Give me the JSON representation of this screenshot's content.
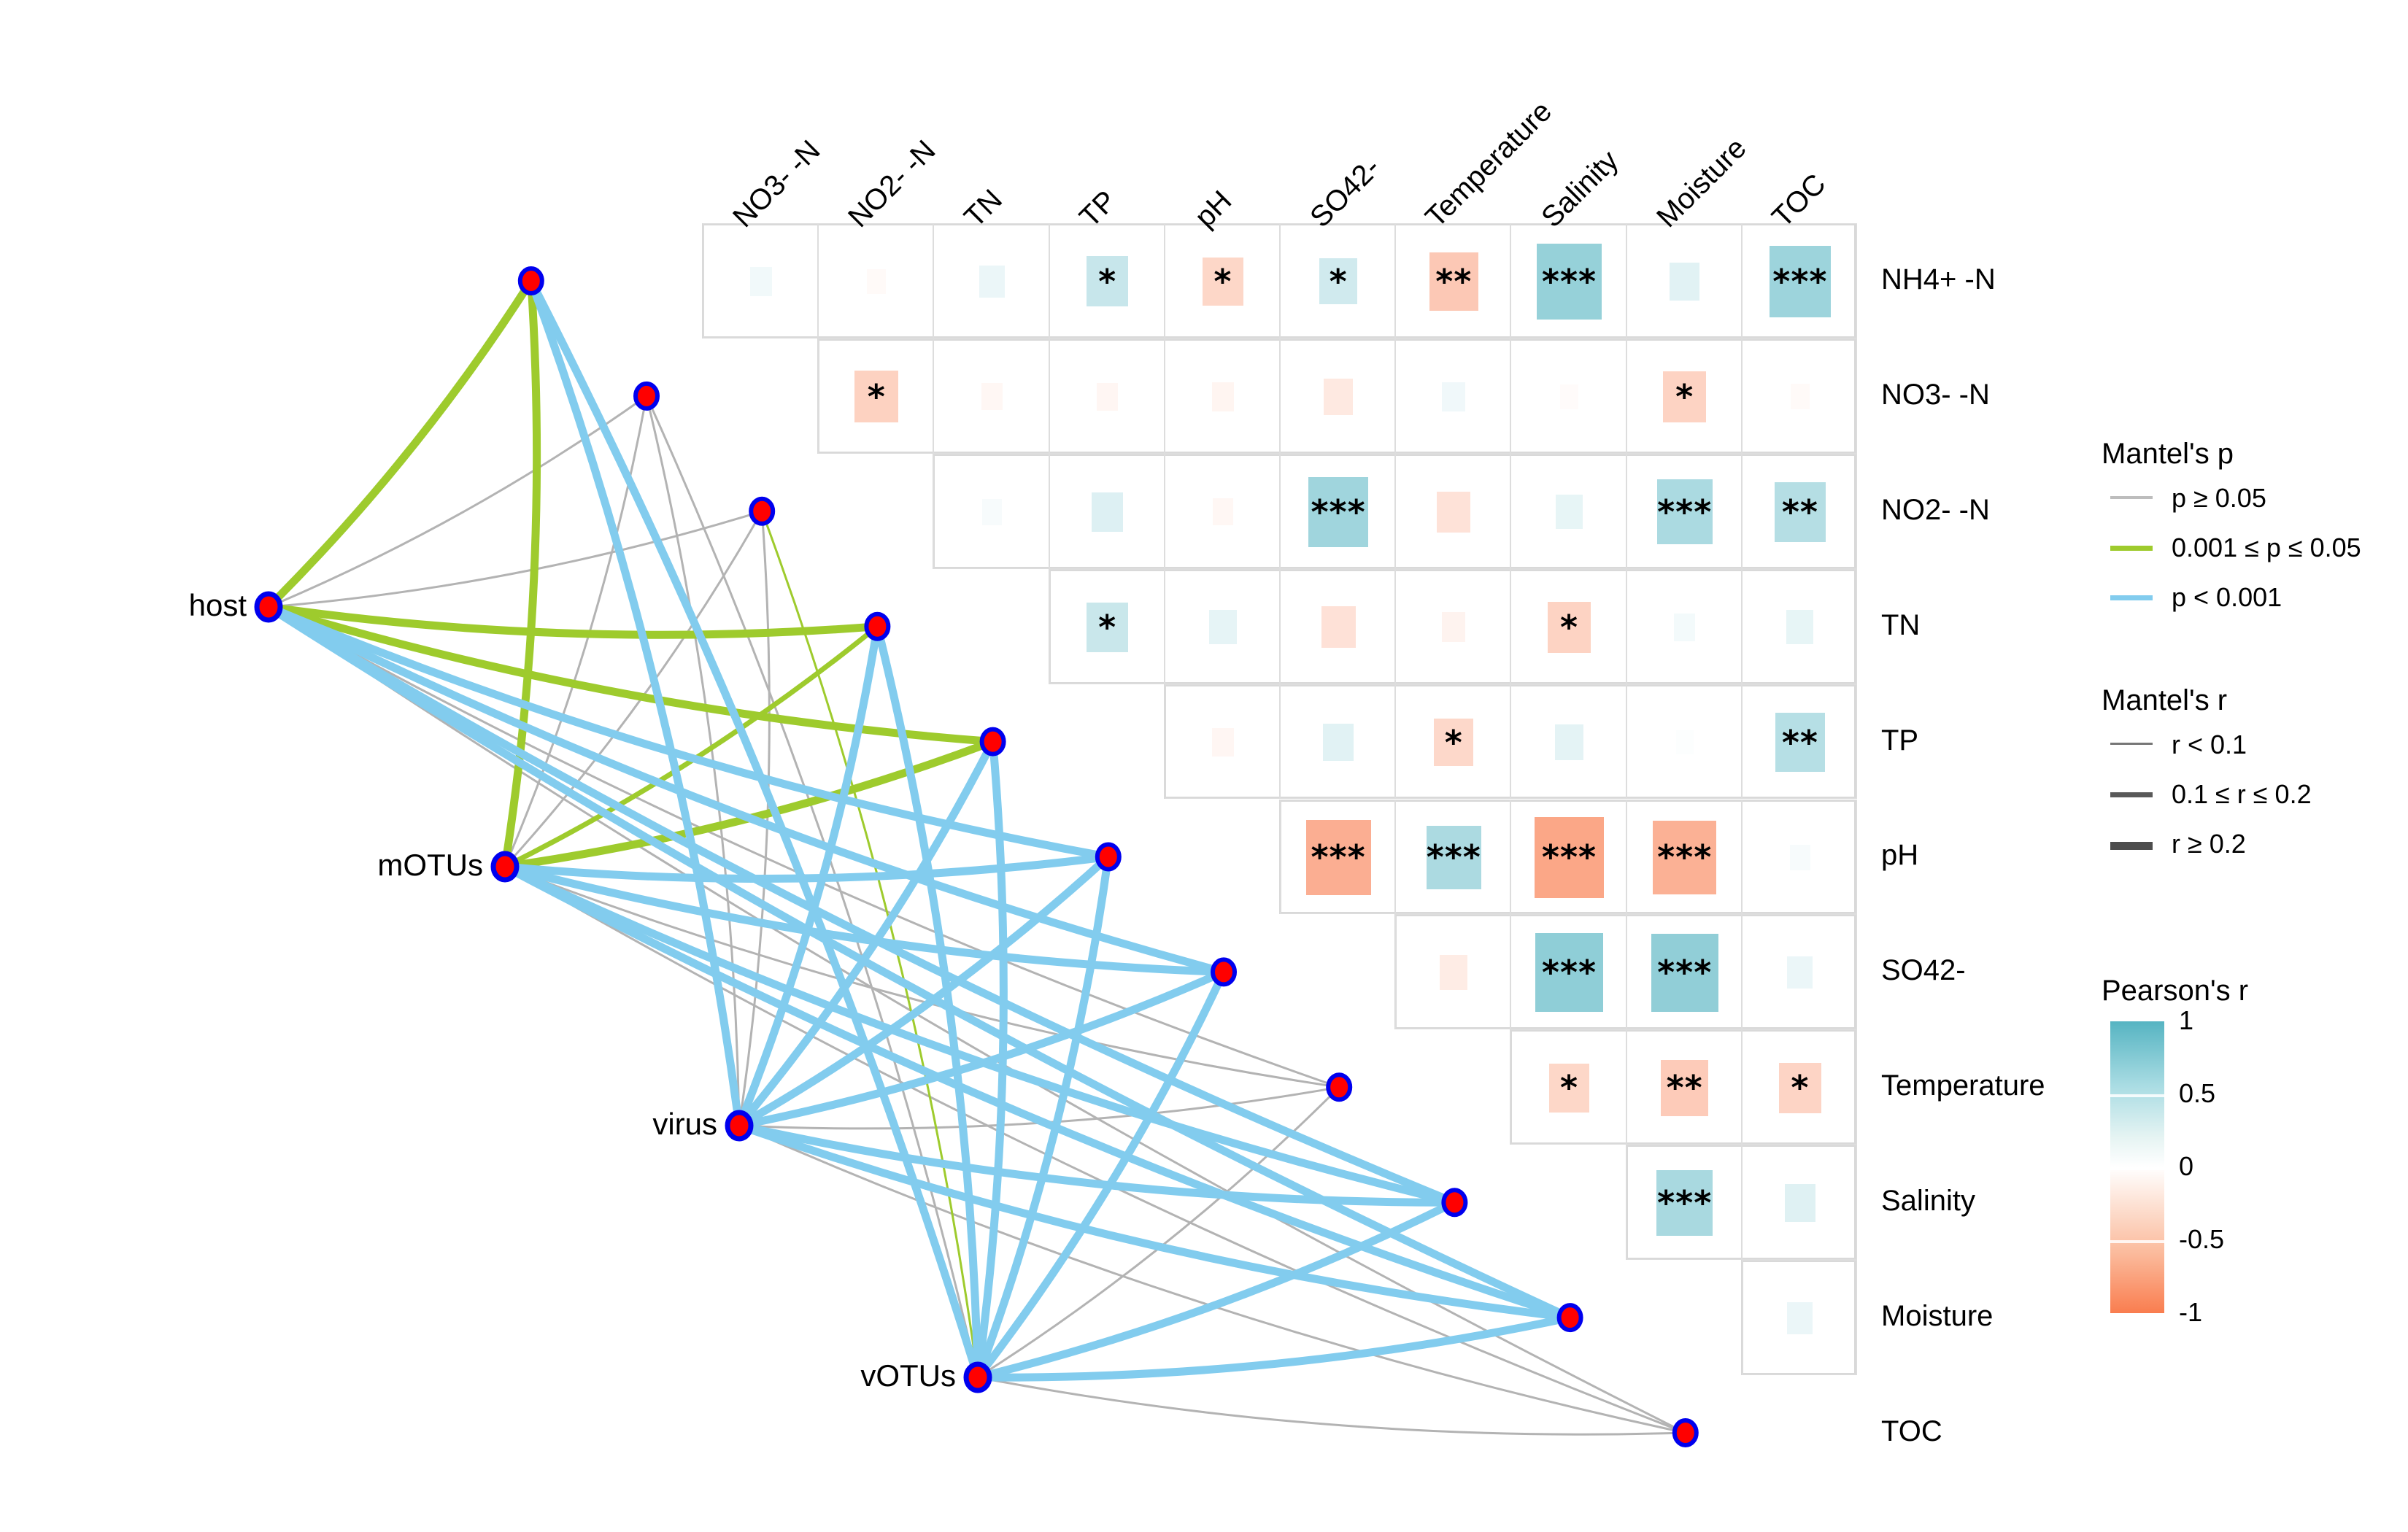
{
  "chart_data": {
    "type": "heatmap",
    "title": "",
    "description": "Mantel test network combined with Pearson correlation heatmap (lower-triangle staircase) of environmental variables",
    "grid": true,
    "legend_position": "right",
    "variables": [
      "NH4+ -N",
      "NO3- -N",
      "NO2- -N",
      "TN",
      "TP",
      "pH",
      "SO42-",
      "Temperature",
      "Salinity",
      "Moisture",
      "TOC"
    ],
    "column_labels": [
      "NH4+ -N",
      "NO3- -N",
      "NO2- -N",
      "TN",
      "TP",
      "pH",
      "SO42-",
      "Temperature",
      "Salinity",
      "Moisture",
      "TOC"
    ],
    "row_labels": [
      "NH4+ -N",
      "NO3- -N",
      "NO2- -N",
      "TN",
      "TP",
      "pH",
      "SO42-",
      "Temperature",
      "Salinity",
      "Moisture",
      "TOC"
    ],
    "colorbar": {
      "label": "Pearson's r",
      "ticks": [
        "1",
        "0.5",
        "0",
        "-0.5",
        "-1"
      ],
      "vmin": -1,
      "vmax": 1,
      "high_color": "#56b4c2",
      "mid_color": "#ffffff",
      "low_color": "#f97d4f"
    },
    "cells": [
      {
        "row": "NH4+ -N",
        "col": "NO3- -N",
        "r": 0.08,
        "stars": ""
      },
      {
        "row": "NH4+ -N",
        "col": "NO2- -N",
        "r": -0.04,
        "stars": ""
      },
      {
        "row": "NH4+ -N",
        "col": "TN",
        "r": 0.12,
        "stars": ""
      },
      {
        "row": "NH4+ -N",
        "col": "TP",
        "r": 0.33,
        "stars": "*"
      },
      {
        "row": "NH4+ -N",
        "col": "pH",
        "r": -0.31,
        "stars": "*"
      },
      {
        "row": "NH4+ -N",
        "col": "SO42-",
        "r": 0.28,
        "stars": "*"
      },
      {
        "row": "NH4+ -N",
        "col": "Temperature",
        "r": -0.42,
        "stars": "**"
      },
      {
        "row": "NH4+ -N",
        "col": "Salinity",
        "r": 0.62,
        "stars": "***"
      },
      {
        "row": "NH4+ -N",
        "col": "Moisture",
        "r": 0.18,
        "stars": ""
      },
      {
        "row": "NH4+ -N",
        "col": "TOC",
        "r": 0.58,
        "stars": "***"
      },
      {
        "row": "NO3- -N",
        "col": "NO2- -N",
        "r": -0.35,
        "stars": "*"
      },
      {
        "row": "NO3- -N",
        "col": "TN",
        "r": -0.06,
        "stars": ""
      },
      {
        "row": "NO3- -N",
        "col": "TP",
        "r": -0.07,
        "stars": ""
      },
      {
        "row": "NO3- -N",
        "col": "pH",
        "r": -0.08,
        "stars": ""
      },
      {
        "row": "NO3- -N",
        "col": "SO42-",
        "r": -0.17,
        "stars": ""
      },
      {
        "row": "NO3- -N",
        "col": "Temperature",
        "r": 0.09,
        "stars": ""
      },
      {
        "row": "NO3- -N",
        "col": "Salinity",
        "r": -0.03,
        "stars": ""
      },
      {
        "row": "NO3- -N",
        "col": "Moisture",
        "r": -0.34,
        "stars": "*"
      },
      {
        "row": "NO3- -N",
        "col": "TOC",
        "r": -0.04,
        "stars": ""
      },
      {
        "row": "NO2- -N",
        "col": "TN",
        "r": 0.05,
        "stars": ""
      },
      {
        "row": "NO2- -N",
        "col": "TP",
        "r": 0.2,
        "stars": ""
      },
      {
        "row": "NO2- -N",
        "col": "pH",
        "r": -0.06,
        "stars": ""
      },
      {
        "row": "NO2- -N",
        "col": "SO42-",
        "r": 0.56,
        "stars": "***"
      },
      {
        "row": "NO2- -N",
        "col": "Temperature",
        "r": -0.22,
        "stars": ""
      },
      {
        "row": "NO2- -N",
        "col": "Salinity",
        "r": 0.14,
        "stars": ""
      },
      {
        "row": "NO2- -N",
        "col": "Moisture",
        "r": 0.5,
        "stars": "***"
      },
      {
        "row": "NO2- -N",
        "col": "TOC",
        "r": 0.44,
        "stars": "**"
      },
      {
        "row": "TN",
        "col": "TP",
        "r": 0.32,
        "stars": "*"
      },
      {
        "row": "TN",
        "col": "pH",
        "r": 0.15,
        "stars": ""
      },
      {
        "row": "TN",
        "col": "SO42-",
        "r": -0.23,
        "stars": ""
      },
      {
        "row": "TN",
        "col": "Temperature",
        "r": -0.09,
        "stars": ""
      },
      {
        "row": "TN",
        "col": "Salinity",
        "r": -0.34,
        "stars": "*"
      },
      {
        "row": "TN",
        "col": "Moisture",
        "r": 0.07,
        "stars": ""
      },
      {
        "row": "TN",
        "col": "TOC",
        "r": 0.14,
        "stars": ""
      },
      {
        "row": "TP",
        "col": "pH",
        "r": -0.07,
        "stars": ""
      },
      {
        "row": "TP",
        "col": "SO42-",
        "r": 0.18,
        "stars": ""
      },
      {
        "row": "TP",
        "col": "Temperature",
        "r": -0.3,
        "stars": "*"
      },
      {
        "row": "TP",
        "col": "Salinity",
        "r": 0.16,
        "stars": ""
      },
      {
        "row": "TP",
        "col": "Moisture",
        "r": 0.02,
        "stars": ""
      },
      {
        "row": "TP",
        "col": "TOC",
        "r": 0.43,
        "stars": "**"
      },
      {
        "row": "pH",
        "col": "SO42-",
        "r": -0.62,
        "stars": "***"
      },
      {
        "row": "pH",
        "col": "Temperature",
        "r": 0.49,
        "stars": "***"
      },
      {
        "row": "pH",
        "col": "Salinity",
        "r": -0.68,
        "stars": "***"
      },
      {
        "row": "pH",
        "col": "Moisture",
        "r": -0.6,
        "stars": "***"
      },
      {
        "row": "pH",
        "col": "TOC",
        "r": 0.05,
        "stars": ""
      },
      {
        "row": "SO42-",
        "col": "Temperature",
        "r": -0.15,
        "stars": ""
      },
      {
        "row": "SO42-",
        "col": "Salinity",
        "r": 0.66,
        "stars": "***"
      },
      {
        "row": "SO42-",
        "col": "Moisture",
        "r": 0.65,
        "stars": "***"
      },
      {
        "row": "SO42-",
        "col": "TOC",
        "r": 0.12,
        "stars": ""
      },
      {
        "row": "Temperature",
        "col": "Salinity",
        "r": -0.31,
        "stars": "*"
      },
      {
        "row": "Temperature",
        "col": "Moisture",
        "r": -0.4,
        "stars": "**"
      },
      {
        "row": "Temperature",
        "col": "TOC",
        "r": -0.33,
        "stars": "*"
      },
      {
        "row": "Salinity",
        "col": "Moisture",
        "r": 0.51,
        "stars": "***"
      },
      {
        "row": "Salinity",
        "col": "TOC",
        "r": 0.19,
        "stars": ""
      },
      {
        "row": "Moisture",
        "col": "TOC",
        "r": 0.12,
        "stars": ""
      }
    ],
    "network": {
      "nodes": [
        {
          "id": "host",
          "label": "host"
        },
        {
          "id": "mOTUs",
          "label": "mOTUs"
        },
        {
          "id": "virus",
          "label": "virus"
        },
        {
          "id": "vOTUs",
          "label": "vOTUs"
        }
      ],
      "node_fill": "#ff0000",
      "node_stroke": "#0000ee",
      "edge_colors": {
        "ns": "#b3b3b3",
        "sig": "#9ecb2d",
        "highly_sig": "#82ccee"
      },
      "edges": [
        {
          "from": "host",
          "to": "NH4+ -N",
          "p": "sig",
          "r": "high"
        },
        {
          "from": "host",
          "to": "NO3- -N",
          "p": "ns",
          "r": "low"
        },
        {
          "from": "host",
          "to": "NO2- -N",
          "p": "ns",
          "r": "low"
        },
        {
          "from": "host",
          "to": "TN",
          "p": "sig",
          "r": "high"
        },
        {
          "from": "host",
          "to": "TP",
          "p": "sig",
          "r": "high"
        },
        {
          "from": "host",
          "to": "pH",
          "p": "highly_sig",
          "r": "high"
        },
        {
          "from": "host",
          "to": "SO42-",
          "p": "highly_sig",
          "r": "high"
        },
        {
          "from": "host",
          "to": "Temperature",
          "p": "ns",
          "r": "low"
        },
        {
          "from": "host",
          "to": "Salinity",
          "p": "highly_sig",
          "r": "high"
        },
        {
          "from": "host",
          "to": "Moisture",
          "p": "highly_sig",
          "r": "high"
        },
        {
          "from": "host",
          "to": "TOC",
          "p": "ns",
          "r": "low"
        },
        {
          "from": "mOTUs",
          "to": "NH4+ -N",
          "p": "sig",
          "r": "high"
        },
        {
          "from": "mOTUs",
          "to": "NO3- -N",
          "p": "ns",
          "r": "low"
        },
        {
          "from": "mOTUs",
          "to": "NO2- -N",
          "p": "ns",
          "r": "low"
        },
        {
          "from": "mOTUs",
          "to": "TN",
          "p": "sig",
          "r": "mid"
        },
        {
          "from": "mOTUs",
          "to": "TP",
          "p": "sig",
          "r": "high"
        },
        {
          "from": "mOTUs",
          "to": "pH",
          "p": "highly_sig",
          "r": "high"
        },
        {
          "from": "mOTUs",
          "to": "SO42-",
          "p": "highly_sig",
          "r": "high"
        },
        {
          "from": "mOTUs",
          "to": "Temperature",
          "p": "ns",
          "r": "low"
        },
        {
          "from": "mOTUs",
          "to": "Salinity",
          "p": "highly_sig",
          "r": "high"
        },
        {
          "from": "mOTUs",
          "to": "Moisture",
          "p": "highly_sig",
          "r": "high"
        },
        {
          "from": "mOTUs",
          "to": "TOC",
          "p": "ns",
          "r": "low"
        },
        {
          "from": "virus",
          "to": "NH4+ -N",
          "p": "highly_sig",
          "r": "high"
        },
        {
          "from": "virus",
          "to": "NO3- -N",
          "p": "ns",
          "r": "low"
        },
        {
          "from": "virus",
          "to": "NO2- -N",
          "p": "ns",
          "r": "low"
        },
        {
          "from": "virus",
          "to": "TN",
          "p": "highly_sig",
          "r": "high"
        },
        {
          "from": "virus",
          "to": "TP",
          "p": "highly_sig",
          "r": "high"
        },
        {
          "from": "virus",
          "to": "pH",
          "p": "highly_sig",
          "r": "high"
        },
        {
          "from": "virus",
          "to": "SO42-",
          "p": "highly_sig",
          "r": "high"
        },
        {
          "from": "virus",
          "to": "Temperature",
          "p": "ns",
          "r": "low"
        },
        {
          "from": "virus",
          "to": "Salinity",
          "p": "highly_sig",
          "r": "high"
        },
        {
          "from": "virus",
          "to": "Moisture",
          "p": "highly_sig",
          "r": "high"
        },
        {
          "from": "virus",
          "to": "TOC",
          "p": "ns",
          "r": "low"
        },
        {
          "from": "vOTUs",
          "to": "NH4+ -N",
          "p": "highly_sig",
          "r": "high"
        },
        {
          "from": "vOTUs",
          "to": "NO3- -N",
          "p": "ns",
          "r": "low"
        },
        {
          "from": "vOTUs",
          "to": "NO2- -N",
          "p": "sig",
          "r": "low"
        },
        {
          "from": "vOTUs",
          "to": "TN",
          "p": "highly_sig",
          "r": "high"
        },
        {
          "from": "vOTUs",
          "to": "TP",
          "p": "highly_sig",
          "r": "high"
        },
        {
          "from": "vOTUs",
          "to": "pH",
          "p": "highly_sig",
          "r": "high"
        },
        {
          "from": "vOTUs",
          "to": "SO42-",
          "p": "highly_sig",
          "r": "high"
        },
        {
          "from": "vOTUs",
          "to": "Temperature",
          "p": "ns",
          "r": "low"
        },
        {
          "from": "vOTUs",
          "to": "Salinity",
          "p": "highly_sig",
          "r": "high"
        },
        {
          "from": "vOTUs",
          "to": "Moisture",
          "p": "highly_sig",
          "r": "high"
        },
        {
          "from": "vOTUs",
          "to": "TOC",
          "p": "ns",
          "r": "low"
        }
      ]
    }
  },
  "legends": {
    "mantel_p": {
      "title": "Mantel's p",
      "items": [
        {
          "label": "p ≥ 0.05",
          "color": "#bdbdbd",
          "width": 4
        },
        {
          "label": "0.001 ≤ p ≤ 0.05",
          "color": "#9ecb2d",
          "width": 7
        },
        {
          "label": "p < 0.001",
          "color": "#82ccee",
          "width": 7
        }
      ]
    },
    "mantel_r": {
      "title": "Mantel's r",
      "items": [
        {
          "label": "r < 0.1",
          "color": "#777777",
          "width": 3
        },
        {
          "label": "0.1 ≤ r ≤ 0.2",
          "color": "#595959",
          "width": 7
        },
        {
          "label": "r ≥ 0.2",
          "color": "#4d4d4d",
          "width": 11
        }
      ]
    },
    "pearson": {
      "title": "Pearson's r",
      "ticks": [
        "1",
        "0.5",
        "0",
        "-0.5",
        "-1"
      ]
    }
  }
}
